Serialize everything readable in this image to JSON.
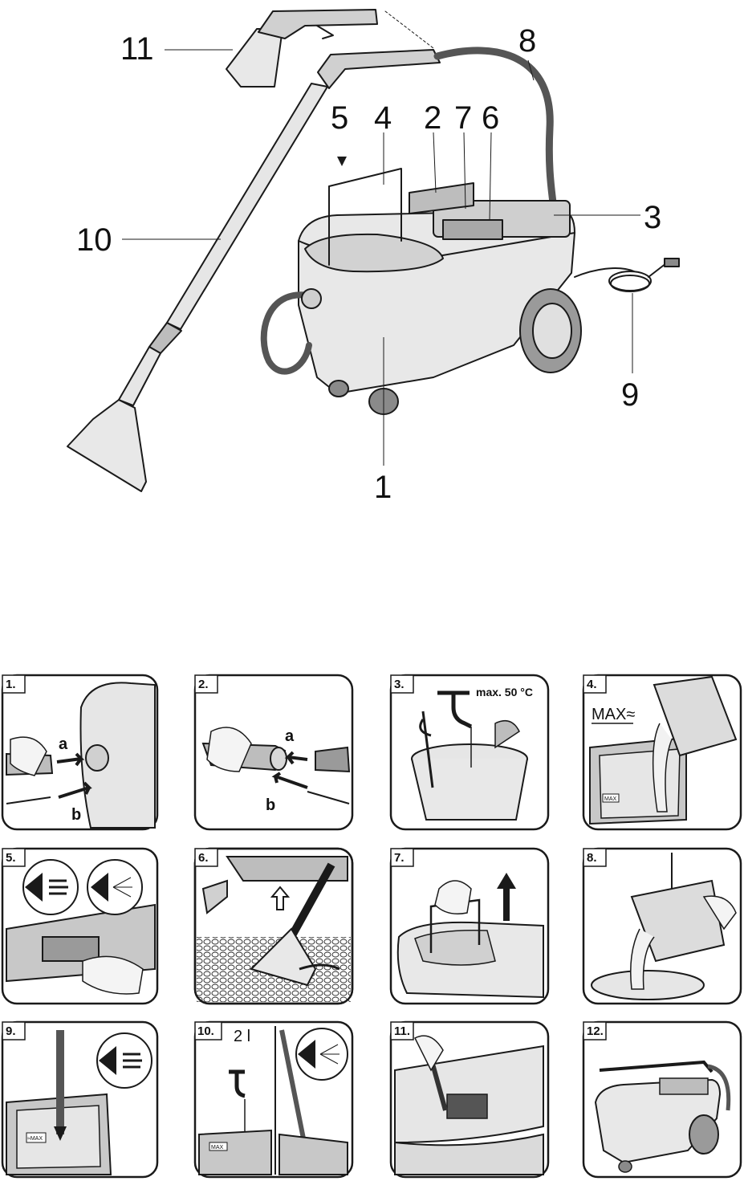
{
  "main_figure": {
    "callouts": [
      "11",
      "8",
      "5",
      "4",
      "2",
      "7",
      "6",
      "3",
      "10",
      "9",
      "1"
    ]
  },
  "steps": [
    {
      "num": "1.",
      "labels": [
        "a",
        "b"
      ]
    },
    {
      "num": "2.",
      "labels": [
        "a",
        "b"
      ]
    },
    {
      "num": "3.",
      "labels": [
        "max. 50 °C"
      ]
    },
    {
      "num": "4.",
      "labels": [
        "MAX≈",
        "MAX"
      ]
    },
    {
      "num": "5.",
      "labels": []
    },
    {
      "num": "6.",
      "labels": []
    },
    {
      "num": "7.",
      "labels": []
    },
    {
      "num": "8.",
      "labels": []
    },
    {
      "num": "9.",
      "labels": [
        "≈MAX"
      ]
    },
    {
      "num": "10.",
      "labels": [
        "2 l",
        "MAX"
      ]
    },
    {
      "num": "11.",
      "labels": []
    },
    {
      "num": "12.",
      "labels": []
    }
  ],
  "colors": {
    "line": "#1a1a1a",
    "fill_light": "#e8e8e8",
    "fill_mid": "#c8c8c8",
    "fill_dark": "#8a8a8a"
  }
}
